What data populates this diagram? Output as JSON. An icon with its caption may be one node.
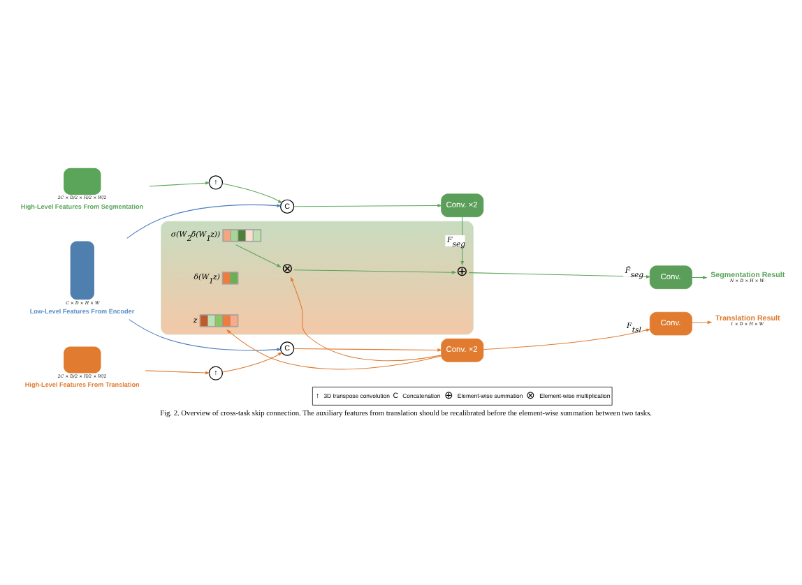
{
  "diagram": {
    "caption": "Fig. 2. Overview of cross-task skip connection. The auxiliary features from translation should be recalibrated before the element-wise summation between two tasks.",
    "nodes": [
      {
        "text": [
          "High-Level Features From Segmentation"
        ],
        "beside": [
          "2C × D/2 × H/2 × W/2"
        ]
      },
      {
        "text": [
          "↑"
        ]
      },
      {
        "text": [
          "C"
        ]
      },
      {
        "text": [
          "Conv. ×2"
        ]
      },
      {
        "text": [
          "Low-Level Features From Encoder"
        ],
        "beside": [
          "C × D × H × W"
        ]
      },
      {
        "text": [
          "High-Level Features From Translation"
        ],
        "beside": [
          "2C × D/2 × H/2 × W/2"
        ]
      },
      {
        "text": [
          "↑"
        ]
      },
      {
        "text": [
          "C"
        ]
      },
      {
        "text": [
          "Conv. ×2"
        ]
      },
      {
        "text": [],
        "shape": "box"
      },
      {
        "text": [
          "⊕"
        ],
        "in": 9
      },
      {
        "text": [
          "⊗"
        ],
        "in": 9
      },
      {
        "text": [
          "σ(W$_{2}$δ(W$_{1}$z))"
        ],
        "in": 9
      },
      {
        "text": [
          "δ(W$_{1}$z)"
        ],
        "in": 9
      },
      {
        "text": [
          "z"
        ],
        "in": 9
      },
      {
        "text": [
          "Conv."
        ]
      },
      {
        "text": [
          "Segmentation Result"
        ],
        "beside": [
          "N × D × H × W"
        ]
      },
      {
        "text": [
          "Conv."
        ]
      },
      {
        "text": [
          "Translation Result"
        ],
        "beside": [
          "1 × D × H × W"
        ]
      }
    ],
    "edges": [
      {
        "from": 0,
        "to": 1,
        "arrow": "to"
      },
      {
        "from": 1,
        "to": 2,
        "arrow": "to"
      },
      {
        "from": 4,
        "to": 2,
        "arrow": "to",
        "color": "#4a7ebf"
      },
      {
        "from": 2,
        "to": 3,
        "arrow": "to"
      },
      {
        "from": 4,
        "to": 7,
        "arrow": "to",
        "color": "#4a7ebf"
      },
      {
        "from": 5,
        "to": 6,
        "arrow": "to",
        "color": "#e07b30"
      },
      {
        "from": 6,
        "to": 7,
        "arrow": "to",
        "color": "#e07b30"
      },
      {
        "from": 7,
        "to": 8,
        "arrow": "to",
        "color": "#e07b30"
      },
      {
        "from": 3,
        "to": 10,
        "arrow": "to",
        "label": "F$_{seg}$"
      },
      {
        "from": 10,
        "to": 15,
        "arrow": "to",
        "label": "F̃$_{seg}$"
      },
      {
        "from": 15,
        "to": 16,
        "arrow": "to"
      },
      {
        "from": 12,
        "to": 11,
        "arrow": "to"
      },
      {
        "from": 11,
        "to": 10,
        "arrow": "to"
      },
      {
        "from": 8,
        "to": 17,
        "arrow": "to",
        "label": "F$_{tsl}$",
        "color": "#e07b30"
      },
      {
        "from": 8,
        "to": 11,
        "arrow": "to",
        "color": "#e07b30"
      },
      {
        "from": 8,
        "to": 14,
        "arrow": "to",
        "color": "#e07b30"
      },
      {
        "from": 17,
        "to": 18,
        "arrow": "to",
        "color": "#e07b30"
      }
    ],
    "labels": [
      "↑",
      "C",
      "⊕",
      "⊗"
    ],
    "legend": [
      {
        "text": "3D transpose convolution"
      },
      {
        "text": "Concatenation"
      },
      {
        "text": "Element-wise summation"
      },
      {
        "text": "Element-wise multiplication"
      }
    ]
  }
}
